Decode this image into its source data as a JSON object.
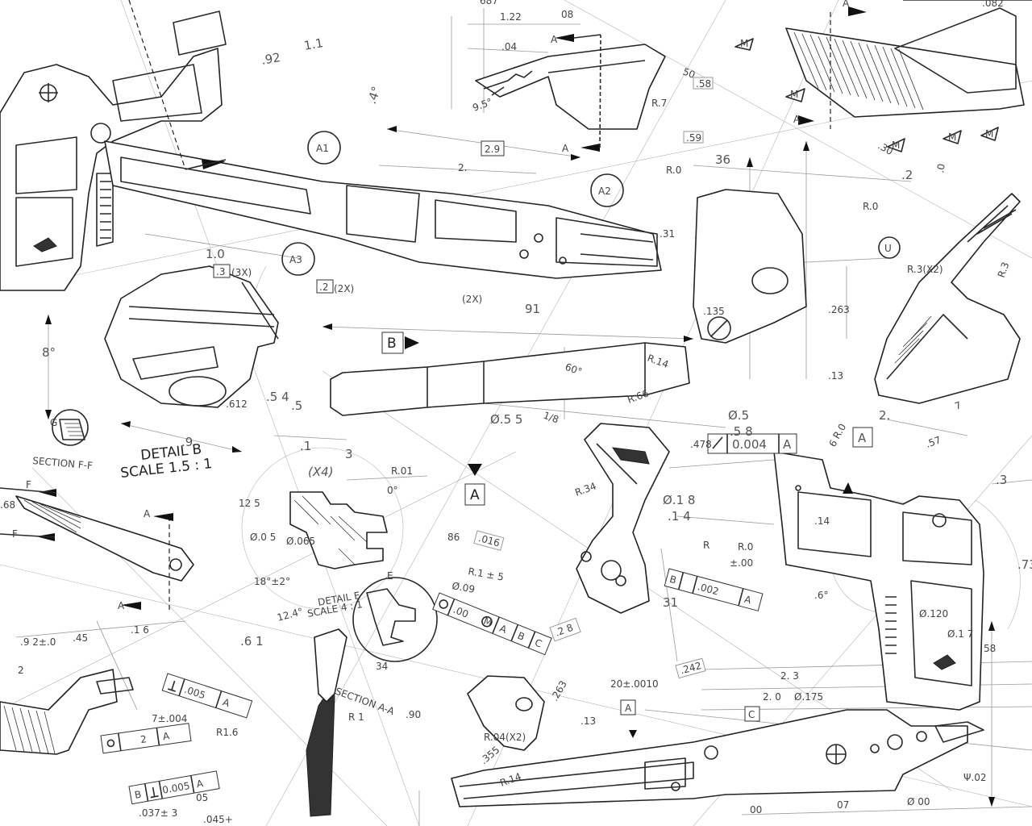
{
  "titles": {
    "detail_b": "DETAIL B",
    "detail_b_scale": "SCALE 1.5 : 1",
    "detail_e": "DETAIL E",
    "detail_e_scale": "SCALE 4 : 1",
    "section_ff": "SECTION F-F",
    "section_aa": "SECTION A-A",
    "x4": "(X4)",
    "x2": "(2X)"
  },
  "datums": {
    "A": "A",
    "B": "B",
    "C": "C",
    "E": "E",
    "F": "F",
    "G": "G",
    "U": "U",
    "M": "M",
    "A1": "A1",
    "A2": "A2",
    "A3": "A3"
  },
  "fcf": {
    "f1_val": "0.004",
    "f1_ref": "A",
    "f2_val": ".00",
    "f2_m": "M",
    "f2_a": "A",
    "f2_b": "B",
    "f2_c": "C",
    "f3_val": ".002",
    "f3_b": "B",
    "f3_a": "A",
    "f4_val": ".005",
    "f4_a": "A",
    "f5_val": "2",
    "f5_a": "A",
    "f6_val": "0.005",
    "f6_b": "B",
    "f6_a": "A"
  },
  "boxes": {
    "b29": "2.9",
    "b3": ".3",
    "b2": ".2",
    "b58": ".58",
    "b59": ".59",
    "b016": ".016",
    "b28": ".2 8",
    "b242": ".242"
  },
  "dims": {
    "d92": ".92",
    "d11": "1.1",
    "d4deg": ".4°",
    "d122": "1.22",
    "d08": "08",
    "d04": ".04",
    "d95": "9.5°",
    "d50": "50",
    "d_r7": "R.7",
    "d_r0a": "R.0",
    "d36": "36",
    "d_r0b": "R.0",
    "d_r32": "R.3(X2)",
    "d_r3": "R.3",
    "d2a": "2.",
    "d31a": ".31",
    "d10": "1.0",
    "d3x": "(3X)",
    "d2x": "(2X)",
    "d91": "91",
    "d135": ".135",
    "d263": ".263",
    "d13": ".13",
    "d8deg": "8°",
    "d612": ".612",
    "d54": ".5  4",
    "d5": ".5",
    "d9": ".9",
    "d1": ".1",
    "d3": "3",
    "d_r14": "R.14",
    "d60": "60°",
    "d55": "Ø.5  5",
    "d18": "1/8",
    "d_r66": "R.66",
    "d_r34": "R.34",
    "d5b": "Ø.5",
    "d58": ".5  8",
    "d478": ".478",
    "d18b": "Ø.1  8",
    "d14b": ".1  4",
    "d_r01": "R.01",
    "d0deg": "0°",
    "d125": "12\n5",
    "d05": "Ø.0  5",
    "d065": "Ø.065",
    "d86": "86",
    "d18deg": "18°±2°",
    "d124": "12.4°",
    "d61": ".6  1",
    "d_r1": "R.1  ±  5",
    "d09": "Ø.09",
    "d31b": "31",
    "d_r0c": "R.0",
    "d_r": "R",
    "d00": "±.00",
    "d14c": ".14",
    "d6deg": ".6°",
    "d292": ".9  2±.0",
    "d45": ".45",
    "d16": ".1  6",
    "d2b": "2",
    "d34": "34",
    "d_r_1": "R  1",
    "d90": ".90",
    "d_r16": "R1.6",
    "d7004": "7±.004",
    "d037": ".037±  3",
    "d05b": "05",
    "d045": ".045+",
    "d20": "20±.0010",
    "d23": "2.  3",
    "d175": "Ø.175",
    "d_r04": "R.04(X2)",
    "d355": ".355",
    "d_r14b": "R.14",
    "d263b": ".263",
    "d13b": ".13",
    "d00b": "00",
    "d07": "07",
    "d00c": "Ø  00",
    "d02": "Ψ.02",
    "d57": ".57",
    "d3c": ".3",
    "d2c": "2.",
    "d73": ".73",
    "d68": ".68",
    "d17": "Ø.1  7",
    "d58b": "58",
    "d120": "Ø.120",
    "d87": "687",
    "d082": ".082",
    "d2d": ".2",
    "d30": ".30",
    "d6": "6",
    "d7": "7",
    "d0": ".0",
    "d_r0d": "R.0",
    "d2e": "2.  0"
  },
  "icons": [
    "target-icon",
    "flag-icon"
  ]
}
